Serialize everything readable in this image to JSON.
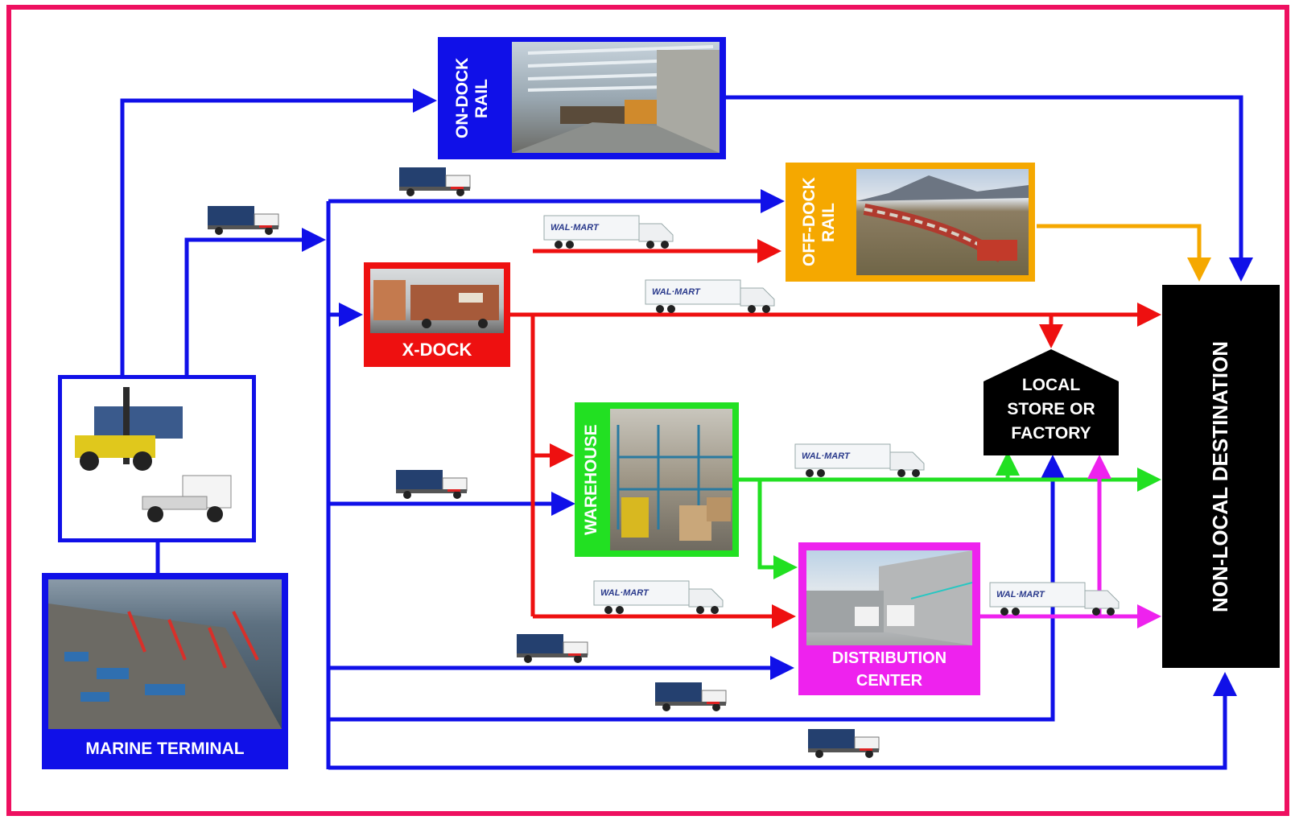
{
  "colors": {
    "frame": "#ee1060",
    "truck_flow": "#1010e8",
    "xdock_flow": "#ee1010",
    "warehouse_flow": "#22e022",
    "distribution_flow": "#ee22ee",
    "offdock_flow": "#f5a800",
    "non_local_box": "#000000"
  },
  "nodes": {
    "on_dock_rail": {
      "label": "ON-DOCK\nRAIL",
      "photo": "train-in-tunnel-photo"
    },
    "off_dock_rail": {
      "label": "OFF-DOCK\nRAIL",
      "photo": "freight-train-photo"
    },
    "x_dock": {
      "label": "X-DOCK",
      "photo": "trailers-photo"
    },
    "warehouse": {
      "label": "WAREHOUSE",
      "photo": "warehouse-interior-photo"
    },
    "distribution_center": {
      "label": "DISTRIBUTION\nCENTER",
      "photo": "loading-dock-photo"
    },
    "local_store": {
      "label": "LOCAL\nSTORE OR\nFACTORY"
    },
    "non_local": {
      "label": "NON-LOCAL DESTINATION"
    },
    "terminal_equipment": {
      "photo": "container-handler-and-yard-tractor"
    },
    "marine_terminal": {
      "label": "MARINE TERMINAL",
      "photo": "port-aerial-photo"
    }
  },
  "trailer_branding": "WAL·MART",
  "icons": [
    "container-truck-icon",
    "walmart-trailer-truck-icon"
  ]
}
